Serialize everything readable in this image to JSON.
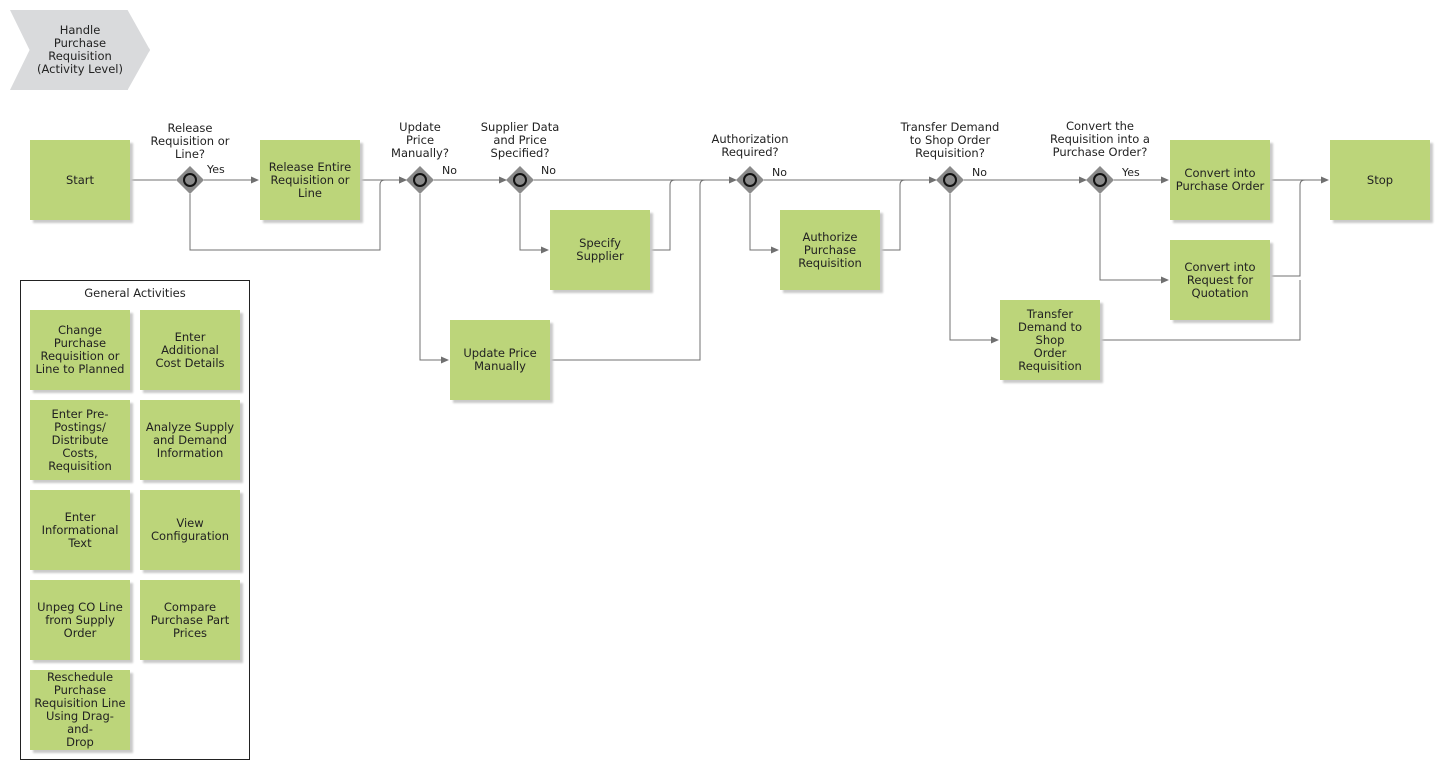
{
  "process": {
    "title": "Handle\nPurchase\nRequisition\n(Activity Level)"
  },
  "activities": {
    "start": "Start",
    "release": "Release Entire\nRequisition or\nLine",
    "specify_supplier": "Specify Supplier",
    "update_price": "Update Price\nManually",
    "authorize": "Authorize\nPurchase\nRequisition",
    "transfer": "Transfer\nDemand to Shop\nOrder\nRequisition",
    "convert_po": "Convert into\nPurchase Order",
    "convert_rfq": "Convert into\nRequest for\nQuotation",
    "stop": "Stop"
  },
  "gateways": {
    "release_q": "Release\nRequisition or\nLine?",
    "update_price_q": "Update\nPrice\nManually?",
    "supplier_q": "Supplier Data\nand Price\nSpecified?",
    "authorization_q": "Authorization\nRequired?",
    "transfer_q": "Transfer Demand\nto Shop Order\nRequisition?",
    "convert_q": "Convert the\nRequisition into a\nPurchase Order?"
  },
  "flow_labels": {
    "release_yes": "Yes",
    "update_no": "No",
    "supplier_no": "No",
    "auth_no": "No",
    "transfer_no": "No",
    "convert_yes": "Yes"
  },
  "general": {
    "title": "General Activities",
    "items": [
      "Change\nPurchase\nRequisition or\nLine to Planned",
      "Enter Additional\nCost Details",
      "Enter Pre-\nPostings/\nDistribute Costs,\nRequisition",
      "Analyze Supply\nand Demand\nInformation",
      "Enter\nInformational\nText",
      "View\nConfiguration",
      "Unpeg CO Line\nfrom Supply\nOrder",
      "Compare\nPurchase Part\nPrices",
      "Reschedule\nPurchase\nRequisition Line\nUsing Drag-and-\nDrop"
    ]
  },
  "colors": {
    "activity": "#bcd57a",
    "gateway": "#8a8a8a",
    "line": "#707070",
    "chevron": "#d9dadc"
  }
}
